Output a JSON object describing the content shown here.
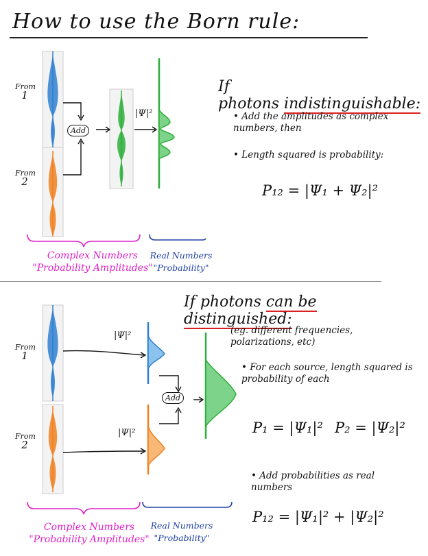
{
  "title": "How to use the Born rule:",
  "top": {
    "from1": {
      "word": "From",
      "num": "1"
    },
    "from2": {
      "word": "From",
      "num": "2"
    },
    "add": "Add",
    "psi_sq": "|Ψ|²",
    "complex_line1": "Complex Numbers",
    "complex_line2": "\"Probability Amplitudes\"",
    "real_line1": "Real Numbers",
    "real_line2": "\"Probability\"",
    "heading_prefix": "If photons",
    "heading_key": "indistinguishable:",
    "bullet1": "• Add the amplitudes as complex numbers, then",
    "bullet2": "• Length squared is probability:",
    "equation": "P₁₂ = |Ψ₁ + Ψ₂|²"
  },
  "bottom": {
    "from1": {
      "word": "From",
      "num": "1"
    },
    "from2": {
      "word": "From",
      "num": "2"
    },
    "add": "Add",
    "psi_sq_top": "|Ψ|²",
    "psi_sq_bottom": "|Ψ|²",
    "complex_line1": "Complex Numbers",
    "complex_line2": "\"Probability Amplitudes\"",
    "real_line1": "Real Numbers",
    "real_line2": "\"Probability\"",
    "heading_prefix": "If photons",
    "heading_key": "can be distinguished:",
    "example": "(eg. different frequencies, polarizations, etc)",
    "bullet1": "• For each source, length squared is probability of each",
    "eq_p1": "P₁ = |Ψ₁|²",
    "eq_p2": "P₂ = |Ψ₂|²",
    "bullet2": "• Add probabilities as real numbers",
    "eq_p12": "P₁₂ = |Ψ₁|² + |Ψ₂|²"
  },
  "colors": {
    "source1": "#2f7fd0",
    "source2": "#f08020",
    "result": "#2cae3a",
    "underline": "#d82020",
    "pink": "#e020c8",
    "navy": "#2040a8"
  }
}
